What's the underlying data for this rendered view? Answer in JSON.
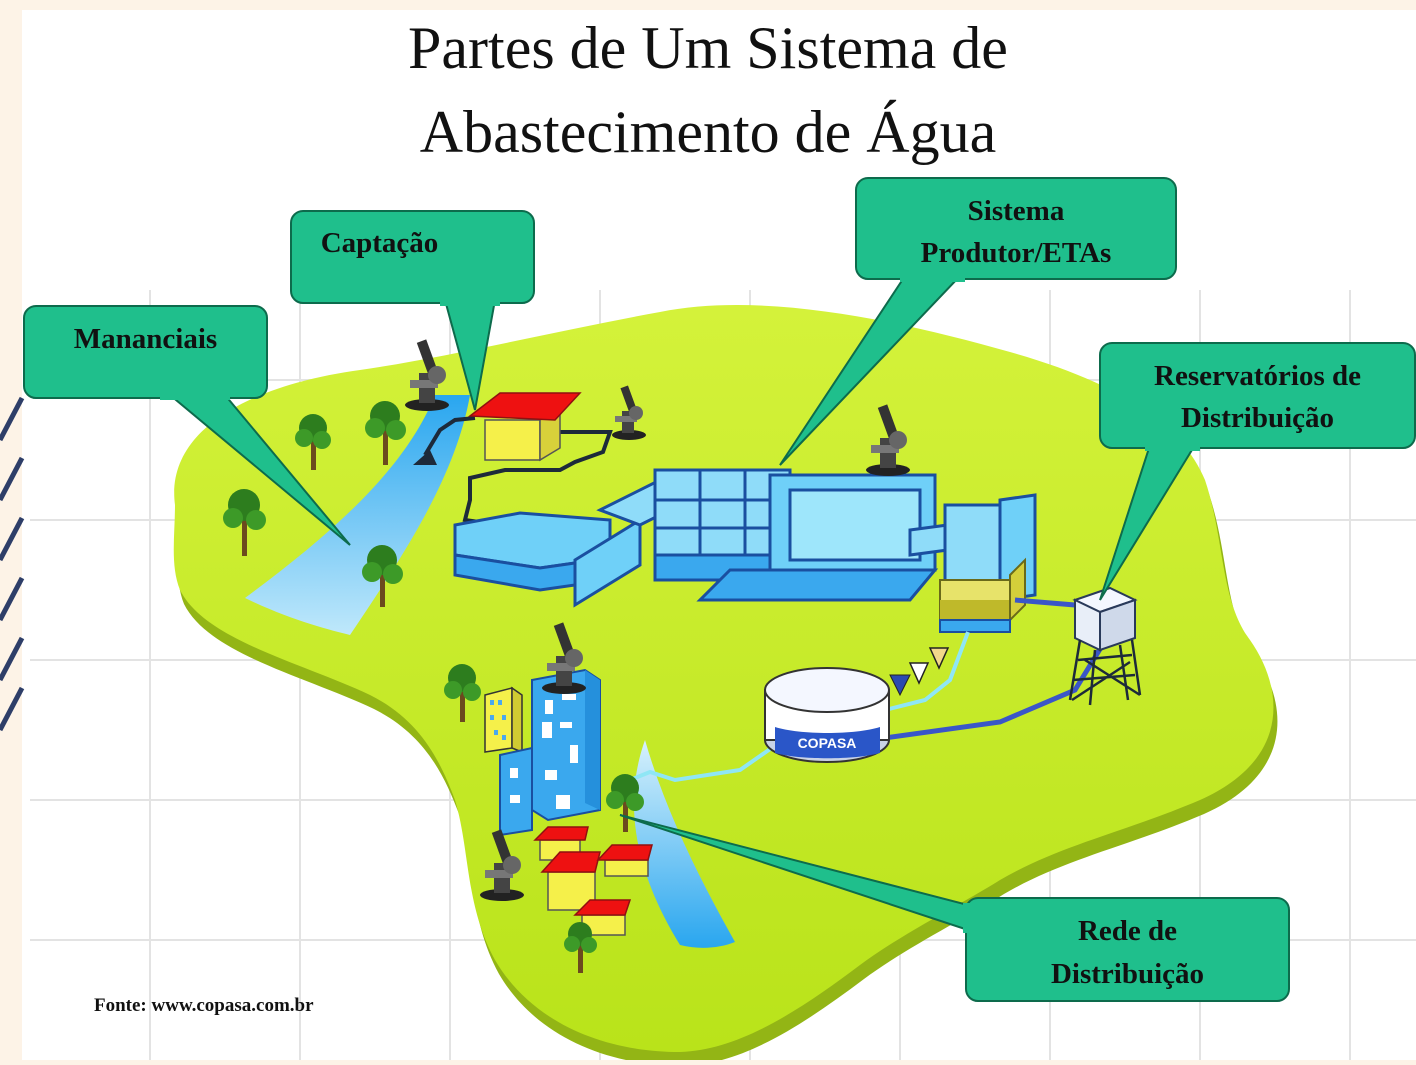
{
  "title_line_1": "Partes de Um Sistema de",
  "title_line_2": "Abastecimento de Água",
  "callouts": {
    "mananciais": "Mananciais",
    "captacao": "Captação",
    "sistema_produtor_1": "Sistema",
    "sistema_produtor_2": "Produtor/ETAs",
    "reservatorios_1": "Reservatórios de",
    "reservatorios_2": "Distribuição",
    "rede_1": "Rede de",
    "rede_2": "Distribuição"
  },
  "tank_label": "COPASA",
  "source_note": "Fonte: www.copasa.com.br",
  "colors": {
    "page_background": "#fdf3e7",
    "callout_fill": "#1fbf8c",
    "land_fill": "#c7ec1c",
    "water_blue": "#3fb0f0",
    "roof_red": "#ee1111",
    "wall_yellow": "#f5f04a",
    "pipe_dark": "#1d2a3a",
    "decor_stripes": "#2e3e68"
  },
  "icons": [
    "tree-icon",
    "microscope-icon",
    "house-icon",
    "water-tower-icon",
    "storage-tank-icon",
    "building-icon"
  ]
}
